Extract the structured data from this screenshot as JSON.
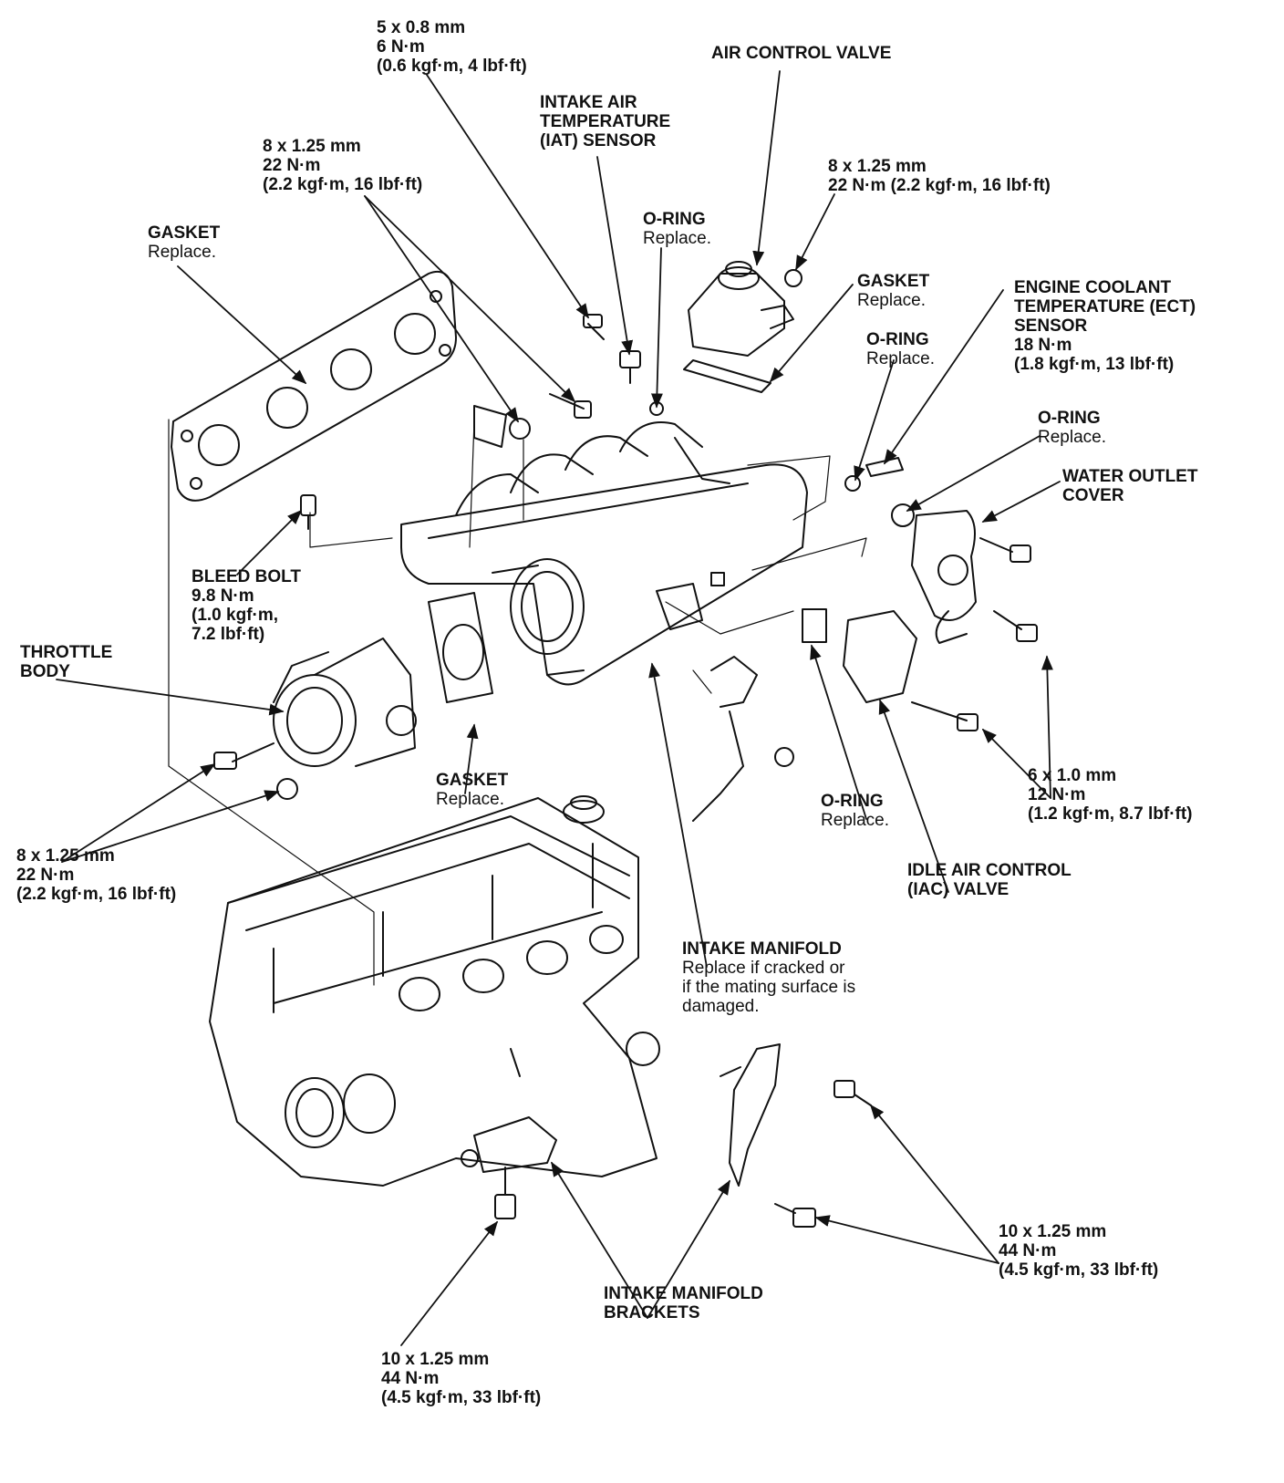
{
  "labels": {
    "bolt_5x08": {
      "spec": "5 x 0.8 mm",
      "torque": "6 N·m",
      "alt": "(0.6 kgf·m, 4 lbf·ft)"
    },
    "air_control_valve": {
      "title": "AIR CONTROL VALVE"
    },
    "iat_sensor": {
      "line1": "INTAKE AIR",
      "line2": "TEMPERATURE",
      "line3": "(IAT) SENSOR"
    },
    "bolt_8x125_upper": {
      "spec": "8 x 1.25 mm",
      "torque": "22 N·m",
      "alt": "(2.2 kgf·m, 16 lbf·ft)"
    },
    "bolt_8x125_acv": {
      "spec": "8 x 1.25 mm",
      "torque": "22 N·m (2.2 kgf·m, 16 lbf·ft)"
    },
    "gasket_manifold": {
      "title": "GASKET",
      "note": "Replace."
    },
    "oring_iat": {
      "title": "O-RING",
      "note": "Replace."
    },
    "gasket_acv": {
      "title": "GASKET",
      "note": "Replace."
    },
    "ect_sensor": {
      "line1": "ENGINE COOLANT",
      "line2": "TEMPERATURE (ECT)",
      "line3": "SENSOR",
      "torque": "18 N·m",
      "alt": "(1.8 kgf·m, 13 lbf·ft)"
    },
    "oring_ect": {
      "title": "O-RING",
      "note": "Replace."
    },
    "oring_outlet": {
      "title": "O-RING",
      "note": "Replace."
    },
    "water_outlet_cover": {
      "line1": "WATER OUTLET",
      "line2": "COVER"
    },
    "bleed_bolt": {
      "title": "BLEED BOLT",
      "torque": "9.8 N·m",
      "alt1": "(1.0 kgf·m,",
      "alt2": "7.2 lbf·ft)"
    },
    "throttle_body": {
      "line1": "THROTTLE",
      "line2": "BODY"
    },
    "gasket_throttle": {
      "title": "GASKET",
      "note": "Replace."
    },
    "oring_iac": {
      "title": "O-RING",
      "note": "Replace."
    },
    "bolt_6x10": {
      "spec": "6 x 1.0 mm",
      "torque": "12 N·m",
      "alt": "(1.2 kgf·m, 8.7 lbf·ft)"
    },
    "bolt_8x125_throttle": {
      "spec": "8 x 1.25 mm",
      "torque": "22 N·m",
      "alt": "(2.2 kgf·m, 16 lbf·ft)"
    },
    "iac_valve": {
      "line1": "IDLE AIR CONTROL",
      "line2": "(IAC) VALVE"
    },
    "intake_manifold": {
      "title": "INTAKE MANIFOLD",
      "note1": "Replace if cracked or",
      "note2": "if the mating surface is",
      "note3": "damaged."
    },
    "bolt_10x125_right": {
      "spec": "10 x 1.25 mm",
      "torque": "44 N·m",
      "alt": "(4.5 kgf·m, 33 lbf·ft)"
    },
    "manifold_brackets": {
      "line1": "INTAKE MANIFOLD",
      "line2": "BRACKETS"
    },
    "bolt_10x125_bottom": {
      "spec": "10 x 1.25 mm",
      "torque": "44 N·m",
      "alt": "(4.5 kgf·m, 33 lbf·ft)"
    }
  }
}
